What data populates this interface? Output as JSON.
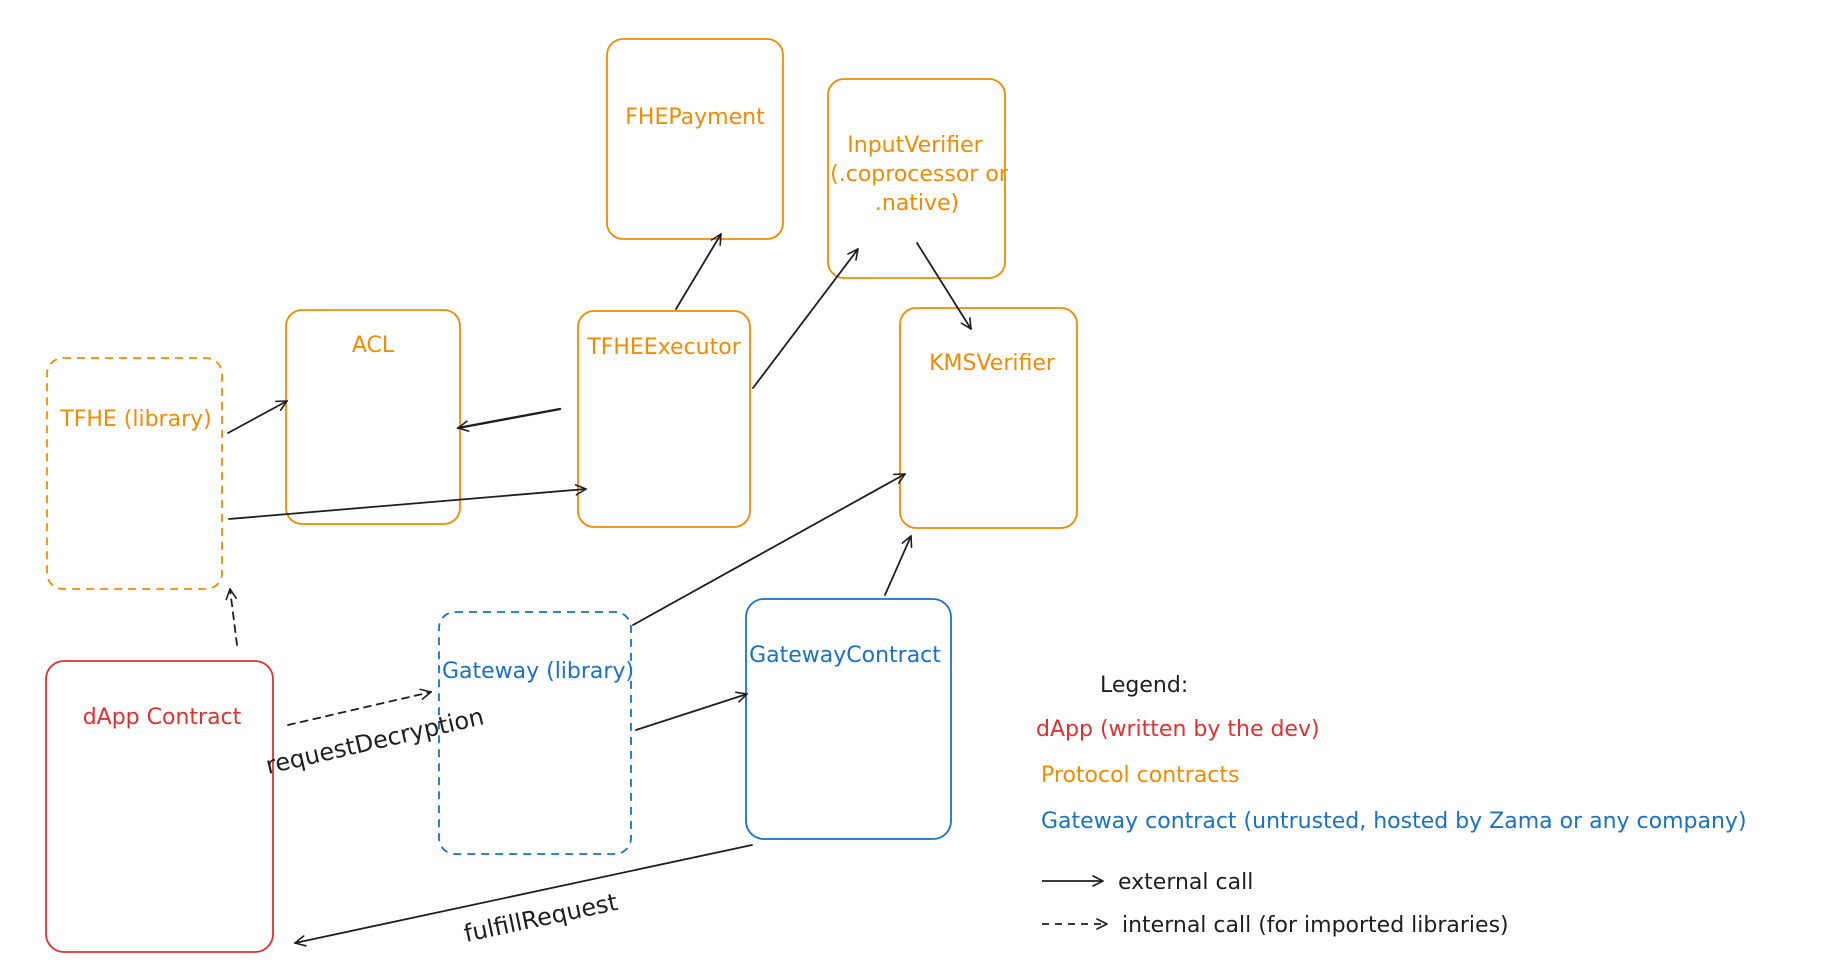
{
  "colors": {
    "protocol": "#f08c00",
    "dapp": "#e03131",
    "gateway": "#1971c2",
    "ink": "#1e1e1e"
  },
  "nodes": {
    "fhe_payment": "FHEPayment",
    "input_verifier": [
      "InputVerifier",
      "(.coprocessor or",
      ".native)"
    ],
    "acl": "ACL",
    "tfhe_executor": "TFHEExecutor",
    "kms_verifier": "KMSVerifier",
    "tfhe_library": "TFHE (library)",
    "dapp_contract": "dApp Contract",
    "gateway_library": "Gateway (library)",
    "gateway_contract": "GatewayContract"
  },
  "edges": {
    "request_decryption": "requestDecryption",
    "fulfill_request": "fulfillRequest"
  },
  "legend": {
    "title": "Legend:",
    "dapp": "dApp (written by the dev)",
    "protocol": "Protocol contracts",
    "gateway": "Gateway contract (untrusted, hosted by Zama or any company)",
    "external_call": "external call",
    "internal_call": "internal call (for imported libraries)"
  }
}
